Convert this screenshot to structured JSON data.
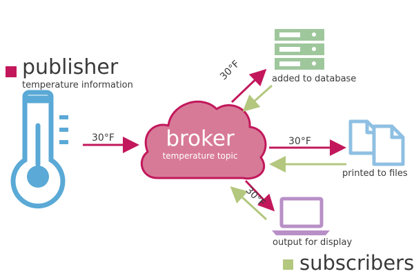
{
  "publisher": {
    "title": "publisher",
    "subtitle": "temperature information"
  },
  "broker": {
    "title": "broker",
    "subtitle": "temperature topic"
  },
  "subscribers": {
    "title": "subscribers",
    "database_label": "added to database",
    "files_label": "printed to files",
    "display_label": "output for display"
  },
  "messages": {
    "to_broker": "30°F",
    "to_database": "30°F",
    "to_files": "30°F",
    "to_display": "30°F"
  },
  "colors": {
    "publisher_accent": "#c2185b",
    "subscriber_accent": "#b3c77e",
    "thermometer": "#5aa9d6",
    "cloud_fill": "#d77a98",
    "cloud_stroke": "#c2185b",
    "database": "#9fc79c",
    "files": "#8fc0e3",
    "laptop": "#b88fc7"
  },
  "icons": {
    "publisher": "thermometer-icon",
    "broker": "cloud-icon",
    "database": "database-server-icon",
    "files": "documents-icon",
    "display": "laptop-icon"
  }
}
